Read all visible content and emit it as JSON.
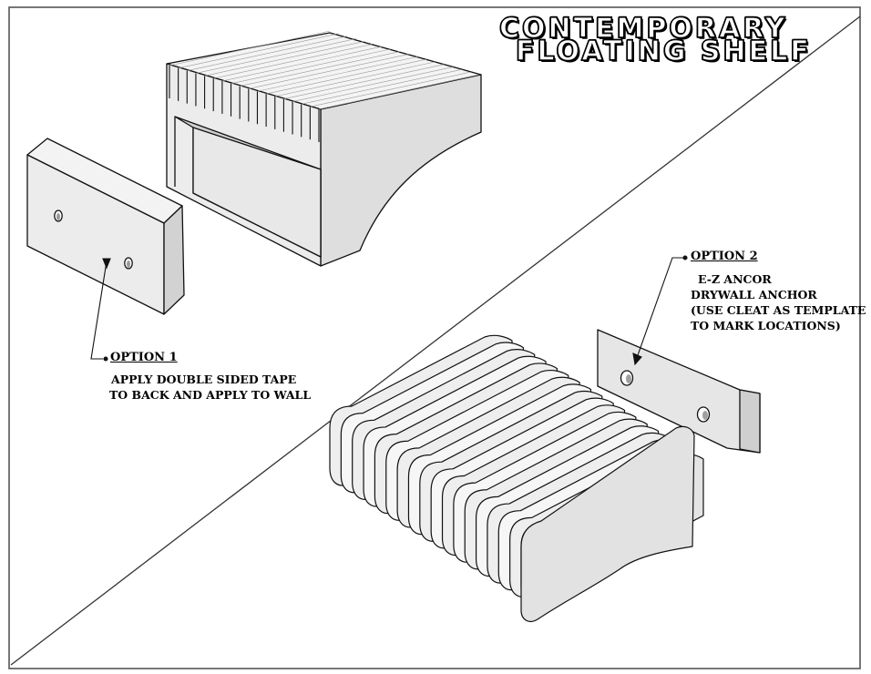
{
  "title": {
    "line1": "CONTEMPORARY",
    "line2": "FLOATING SHELF"
  },
  "option1": {
    "heading": "OPTION 1",
    "lines": [
      "APPLY DOUBLE SIDED TAPE",
      "TO BACK AND APPLY TO WALL"
    ]
  },
  "option2": {
    "heading": "OPTION 2",
    "lines": [
      "E-Z ANCOR",
      "DRYWALL ANCHOR",
      "(USE CLEAT AS TEMPLATE",
      "TO MARK LOCATIONS)"
    ]
  },
  "colors": {
    "face_light": "#f1f1f1",
    "face_mid": "#e3e3e3",
    "face_dark": "#cfcfcf",
    "line": "#111111",
    "border": "#555555"
  }
}
